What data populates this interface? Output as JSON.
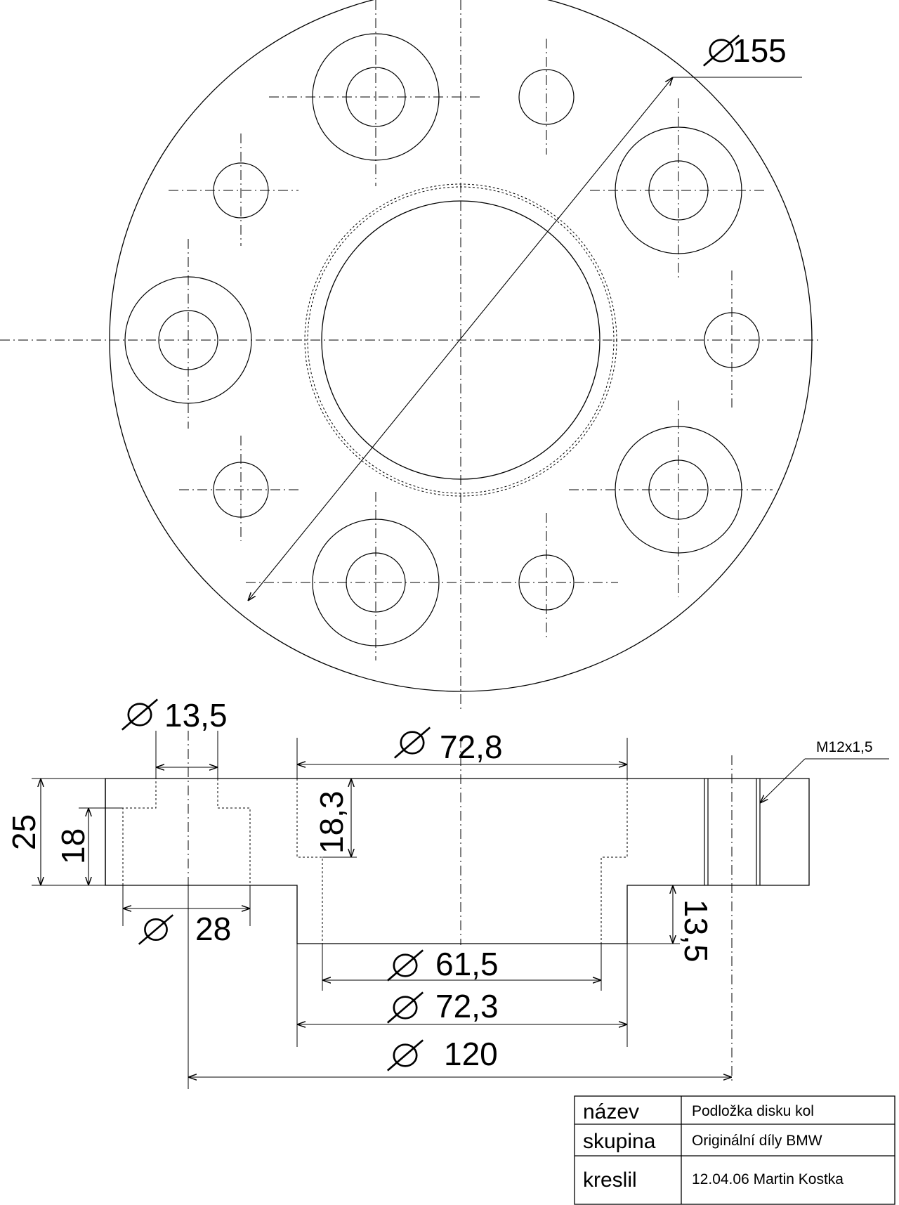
{
  "top_view": {
    "outer_diameter_label": "155"
  },
  "section_view": {
    "hole_diameter_label": "13,5",
    "bore_diameter_label": "72,8",
    "thread_label": "M12x1,5",
    "total_height_label": "25",
    "flange_height_label": "18",
    "recess_depth_label": "18,3",
    "counterbore_label": "28",
    "hub_height_label": "13,5",
    "inner_diameter_label": "61,5",
    "hub_diameter_label": "72,3",
    "pitch_diameter_label": "120"
  },
  "title_block": {
    "rows": [
      {
        "label": "název",
        "value": "Podložka disku kol"
      },
      {
        "label": "skupina",
        "value": "Originální díly BMW"
      },
      {
        "label": "kreslil",
        "value": "12.04.06 Martin Kostka"
      }
    ]
  }
}
